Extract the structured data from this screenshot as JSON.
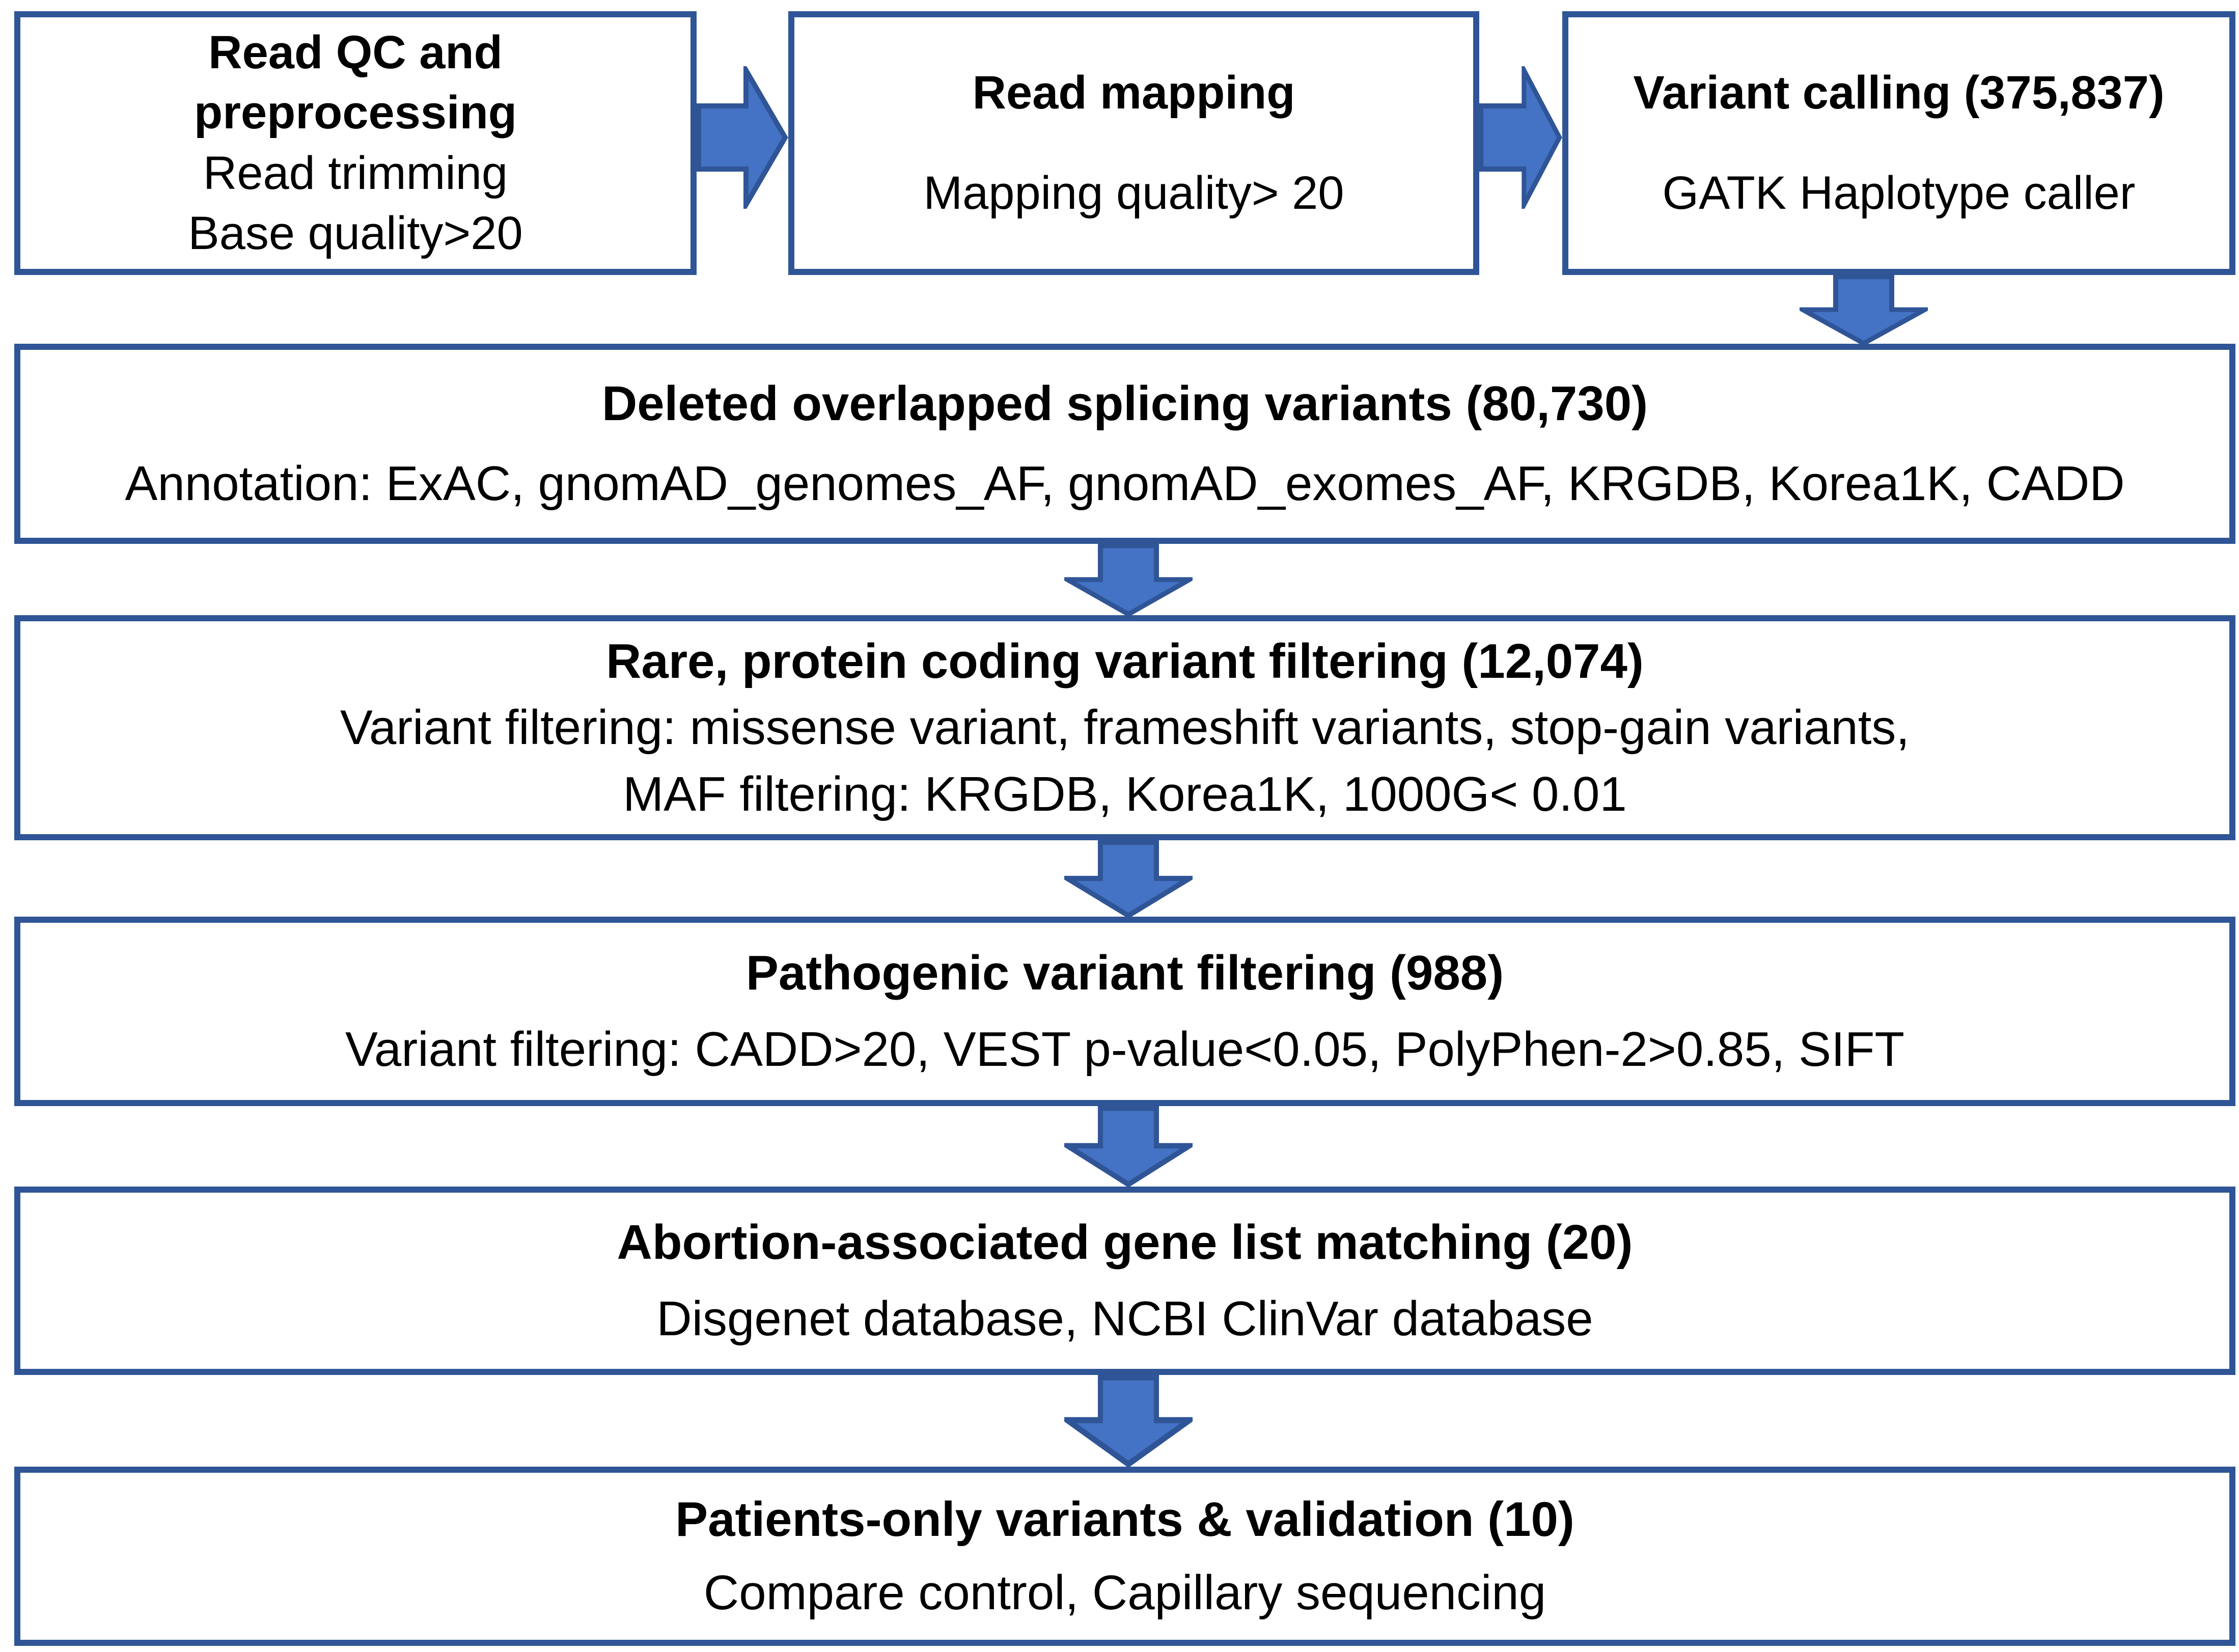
{
  "colors": {
    "background": "#FFFFFF",
    "box_border": "#2F5597",
    "arrow_fill": "#4472C4",
    "arrow_outline": "#2F5597",
    "text": "#000000"
  },
  "flow": {
    "top_row": [
      {
        "title_lines": [
          "Read QC and",
          "preprocessing"
        ],
        "body_lines": [
          "Read trimming",
          "Base quality>20"
        ]
      },
      {
        "title_lines": [
          "Read mapping"
        ],
        "body_lines": [
          "Mapping quality> 20"
        ]
      },
      {
        "title_lines": [
          "Variant calling (375,837)"
        ],
        "body_lines": [
          "GATK Haplotype caller"
        ]
      }
    ],
    "stages": [
      {
        "title": "Deleted overlapped splicing variants (80,730)",
        "body_lines": [
          "Annotation: ExAC, gnomAD_genomes_AF, gnomAD_exomes_AF, KRGDB, Korea1K, CADD"
        ]
      },
      {
        "title": "Rare, protein coding variant filtering (12,074)",
        "body_lines": [
          "Variant filtering: missense variant, frameshift variants, stop-gain variants,",
          "MAF filtering: KRGDB, Korea1K, 1000G< 0.01"
        ]
      },
      {
        "title": "Pathogenic variant filtering (988)",
        "body_lines": [
          "Variant filtering: CADD>20, VEST p-value<0.05, PolyPhen-2>0.85, SIFT"
        ]
      },
      {
        "title": "Abortion-associated gene list matching (20)",
        "body_lines": [
          "Disgenet database, NCBI ClinVar database"
        ]
      },
      {
        "title": "Patients-only variants & validation (10)",
        "body_lines": [
          "Compare control, Capillary sequencing"
        ]
      }
    ]
  }
}
